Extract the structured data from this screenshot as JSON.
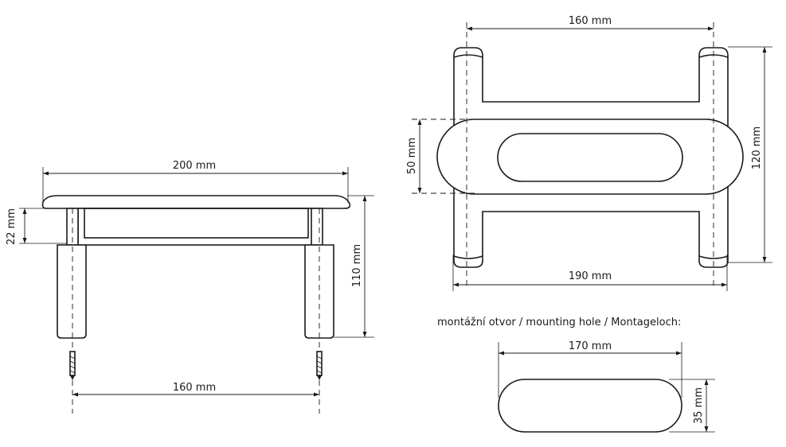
{
  "side_view": {
    "width_label": "200 mm",
    "height_label": "110 mm",
    "rail_height_label": "22 mm",
    "spacing_label": "160 mm"
  },
  "front_view": {
    "top_spacing_label": "160 mm",
    "plate_height_label": "50 mm",
    "overall_height_label": "120 mm",
    "overall_width_label": "190 mm"
  },
  "mounting_hole": {
    "caption": "montážní otvor / mounting hole / Montageloch:",
    "width_label": "170 mm",
    "height_label": "35 mm"
  }
}
